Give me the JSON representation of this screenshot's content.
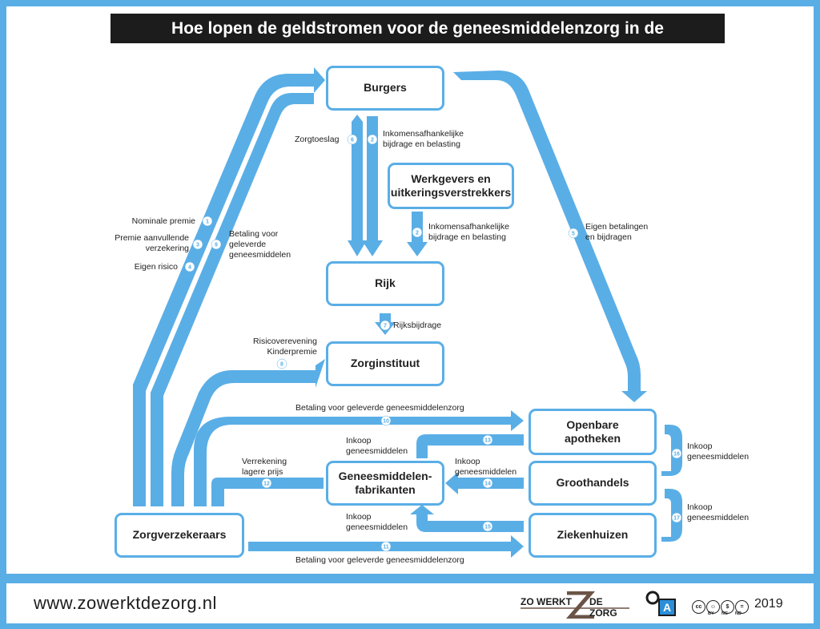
{
  "title": "Hoe lopen de geldstromen voor de geneesmiddelenzorg in de Zorgverzekeringswet?",
  "colors": {
    "flow": "#5aaee6",
    "dark": "#1c1c1c",
    "brown": "#6b5447"
  },
  "nodes": {
    "burgers": "Burgers",
    "werkgevers": "Werkgevers en uitkeringsverstrekkers",
    "rijk": "Rijk",
    "zorginstituut": "Zorginstituut",
    "openbare_apotheken": "Openbare apotheken",
    "groothandels": "Groothandels",
    "fabrikanten": "Geneesmiddelen-fabrikanten",
    "zorgverzekeraars": "Zorgverzekeraars",
    "ziekenhuizen": "Ziekenhuizen"
  },
  "flows": [
    {
      "n": "1",
      "label": "Nominale premie"
    },
    {
      "n": "2",
      "label": "Inkomensafhankelijke bijdrage en belasting"
    },
    {
      "n": "3",
      "label": "Premie aanvullende verzekering"
    },
    {
      "n": "4",
      "label": "Eigen risico"
    },
    {
      "n": "5",
      "label": "Eigen betalingen en bijdragen"
    },
    {
      "n": "6",
      "label": "Zorgtoeslag"
    },
    {
      "n": "7",
      "label": "Rijksbijdrage"
    },
    {
      "n": "8",
      "label": "Risicoverevening Kinderpremie"
    },
    {
      "n": "9",
      "label": "Betaling voor geleverde geneesmiddelen"
    },
    {
      "n": "10",
      "label": "Betaling voor geleverde geneesmiddelenzorg"
    },
    {
      "n": "11",
      "label": "Betaling voor geleverde geneesmiddelenzorg"
    },
    {
      "n": "12",
      "label": "Verrekening lagere prijs"
    },
    {
      "n": "13",
      "label": "Inkoop geneesmiddelen"
    },
    {
      "n": "14",
      "label": "Inkoop geneesmiddelen"
    },
    {
      "n": "15",
      "label": "Inkoop geneesmiddelen"
    },
    {
      "n": "16",
      "label": "Inkoop geneesmiddelen"
    },
    {
      "n": "17",
      "label": "Inkoop geneesmiddelen"
    }
  ],
  "footer": {
    "url": "www.zowerktdezorg.nl",
    "brand_left": "ZO WERKT",
    "brand_right": "DE ZORG",
    "brand_letter": "Z",
    "oa_letter": "A",
    "license": {
      "cc": "cc",
      "by": "BY",
      "nc": "NC",
      "nd": "ND"
    },
    "year": "2019"
  }
}
